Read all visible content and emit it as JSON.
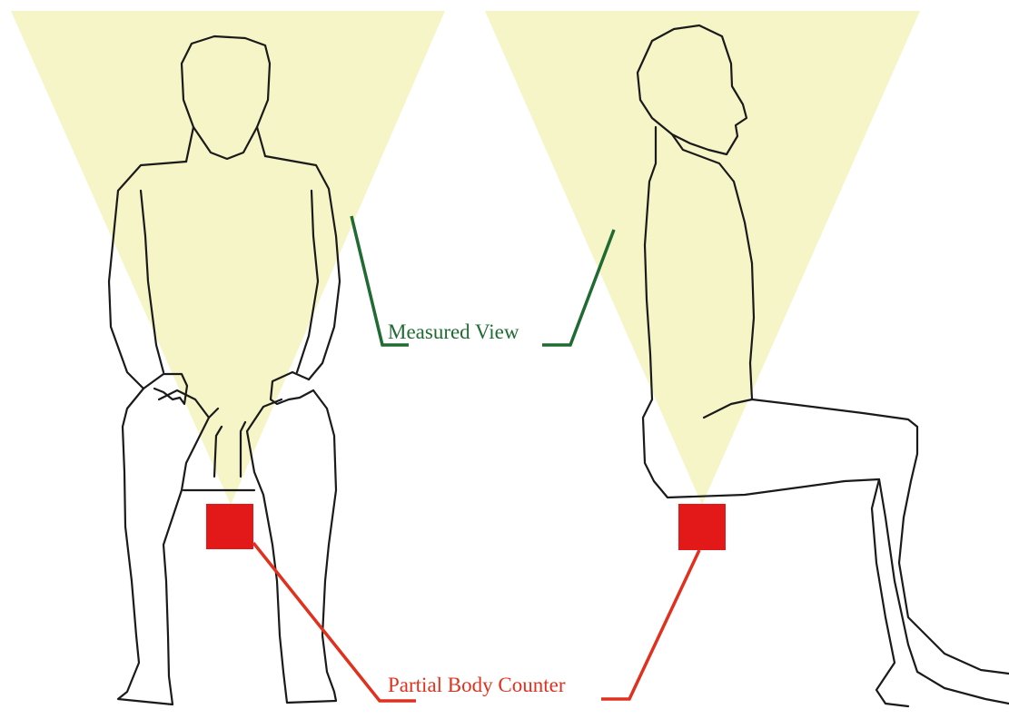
{
  "labels": {
    "measured_view": "Measured View",
    "counter": "Partial Body Counter"
  },
  "colors": {
    "view_cone": "#f5f5c8",
    "counter": "#e31818",
    "counter_line": "#e0301e",
    "view_line": "#1f6b32",
    "outline": "#1a1a1a"
  },
  "icons": {
    "front_figure": "seated-person-front-view",
    "side_figure": "seated-person-side-view",
    "detector": "red-square-detector"
  }
}
